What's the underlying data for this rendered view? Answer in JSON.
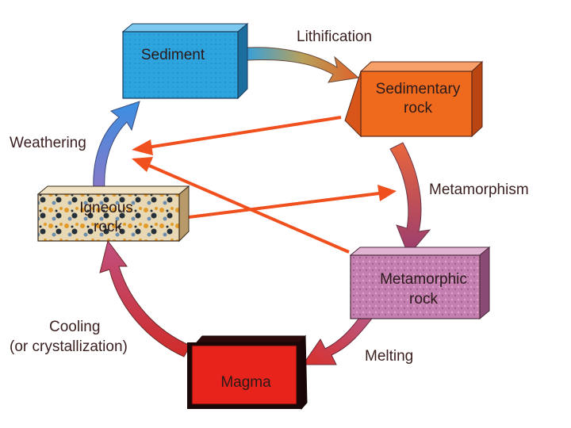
{
  "stages": {
    "sediment": "Sediment",
    "sedimentary_1": "Sedimentary",
    "sedimentary_2": "rock",
    "metamorphic_1": "Metamorphic",
    "metamorphic_2": "rock",
    "magma": "Magma",
    "igneous_1": "Igneous",
    "igneous_2": "rock"
  },
  "processes": {
    "lithification": "Lithification",
    "metamorphism": "Metamorphism",
    "melting": "Melting",
    "cooling_1": "Cooling",
    "cooling_2": "(or crystallization)",
    "weathering": "Weathering"
  },
  "colors": {
    "sediment": "#2aa6e2",
    "sedimentary": "#f06a1e",
    "metamorphic": "#c97fb0",
    "magma": "#e8231b",
    "igneous": "#e8d6b0",
    "cross_arrow": "#f0501e",
    "cycle_blue": "#3f7fe0",
    "cycle_red": "#cc3a3a"
  }
}
